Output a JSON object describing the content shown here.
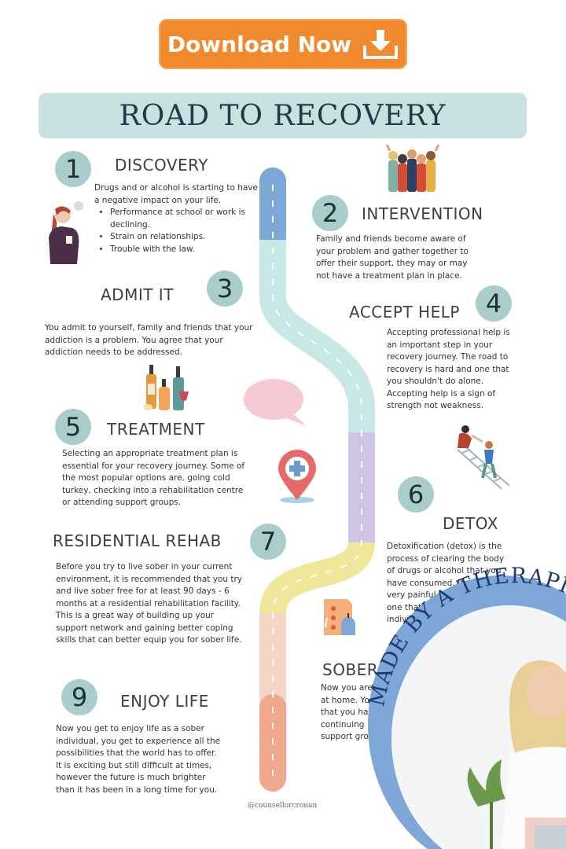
{
  "download_button": {
    "label": "Download Now",
    "icon": "download-icon",
    "color": "#f08a2c"
  },
  "title": "ROAD TO RECOVERY",
  "colors": {
    "title_bg": "#c8e2e2",
    "number_circle": "#a9cccc",
    "road_segments": [
      "#7ea6d6",
      "#c8e8e8",
      "#cdc5e3",
      "#efe79a",
      "#f5d5c6",
      "#f0a88e"
    ],
    "badge_ring": "#7ea6d6"
  },
  "steps": [
    {
      "number": "1",
      "heading": "DISCOVERY",
      "intro": "Drugs and or alcohol is starting to have a negative impact on your life.",
      "bullets": [
        "Performance at school or work is declining.",
        "Strain on relationships.",
        "Trouble with the law."
      ],
      "icon": "person-smoking-icon"
    },
    {
      "number": "2",
      "heading": "INTERVENTION",
      "text": "Family and friends become aware of your problem and gather together to offer their support, they may or may not have a treatment plan in place.",
      "icon": "group-hug-icon"
    },
    {
      "number": "3",
      "heading": "ADMIT IT",
      "text": "You admit to yourself, family and friends that your addiction is  a problem. You agree that your addiction needs to be addressed.",
      "icon": "bottles-icon"
    },
    {
      "number": "4",
      "heading": "ACCEPT HELP",
      "text": "Accepting professional help is an important step in your recovery journey.  The road to recovery is hard and one that you shouldn't do alone. Accepting help is a sign of strength not weakness.",
      "icon": "speech-bubble-icon"
    },
    {
      "number": "5",
      "heading": "TREATMENT",
      "text": "Selecting an appropriate treatment plan is essential for your recovery journey.  Some of the most popular options are, going cold turkey, checking into a rehabilitation centre or attending support groups.",
      "icon": "medical-pin-icon"
    },
    {
      "number": "6",
      "heading": "DETOX",
      "text_lines": [
        "Detoxification (detox) is the",
        "process of clearing the body",
        "of drugs or alcohol that you",
        "have consumed. It",
        "very painful",
        "one that",
        "indivi"
      ],
      "icon": "ladder-help-icon"
    },
    {
      "number": "7",
      "heading": "RESIDENTIAL REHAB",
      "text": "Before you try to live sober  in your current environment, it is recommended that you try and live sober free for at least 90 days - 6 months at a residential rehabilitation facility. This is a great way of building up your support network and gaining better coping skills that can better equip you for sober life.",
      "icon": "building-icon"
    },
    {
      "heading": "SOBER",
      "text_lines": [
        "Now you are",
        "at home. Yo",
        "that you ha",
        "continuing",
        "support gro"
      ]
    },
    {
      "number": "9",
      "heading": "ENJOY LIFE",
      "text": "Now you get to enjoy life as a sober individual, you get to experience all the possibilities that the world has to offer. It is exciting but still difficult at times, however the future is much brighter than it has been in a long time for you."
    }
  ],
  "handle": "@counsellorcronan",
  "badge": {
    "text": "MADE BY A THERAPIST"
  }
}
